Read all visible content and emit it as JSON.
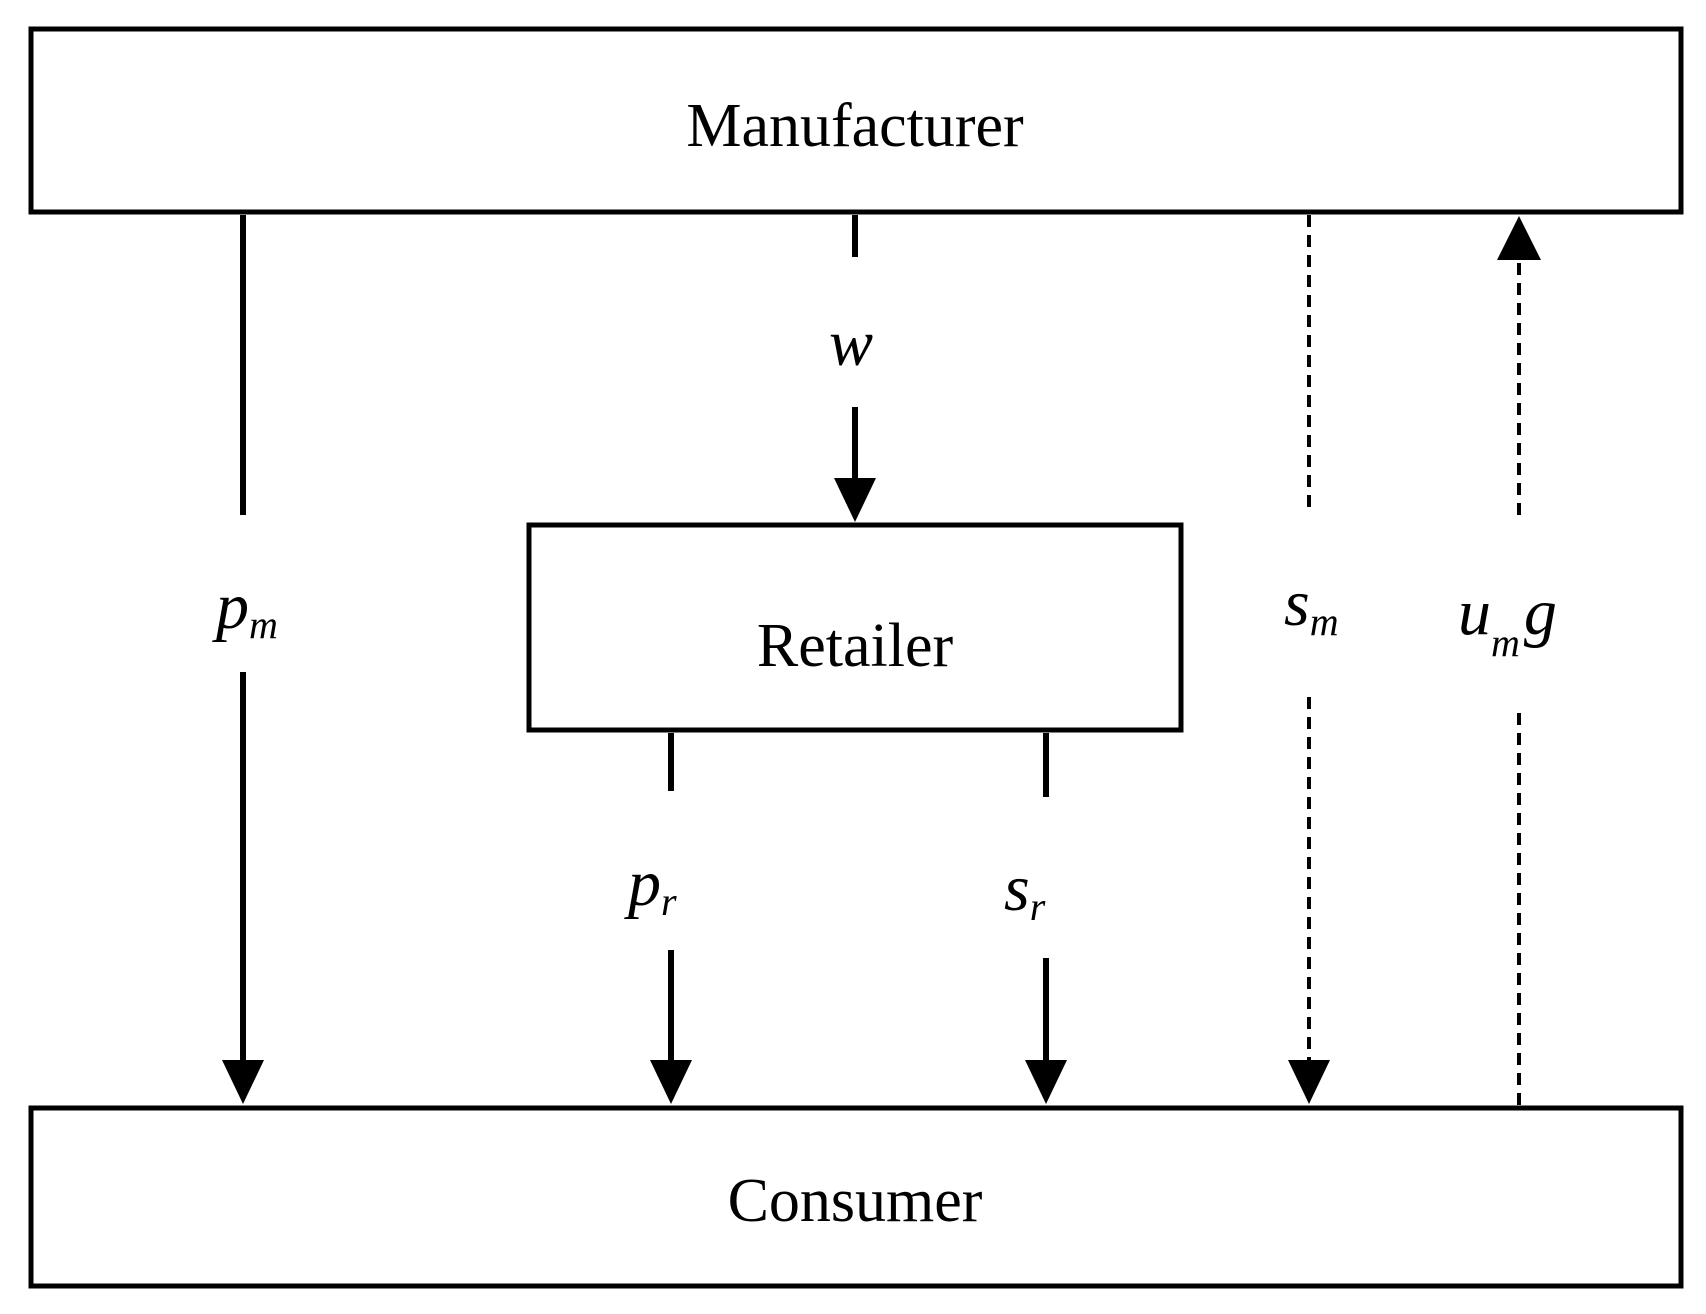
{
  "nodes": {
    "manufacturer": "Manufacturer",
    "retailer": "Retailer",
    "consumer": "Consumer"
  },
  "flows": {
    "w": {
      "main": "w",
      "sub": ""
    },
    "pm": {
      "main": "p",
      "sub": "m"
    },
    "pr": {
      "main": "p",
      "sub": "r"
    },
    "sr": {
      "main": "s",
      "sub": "r"
    },
    "sm": {
      "main": "s",
      "sub": "m"
    },
    "umg": {
      "main": "u",
      "sub": "m",
      "tail": "g"
    }
  }
}
